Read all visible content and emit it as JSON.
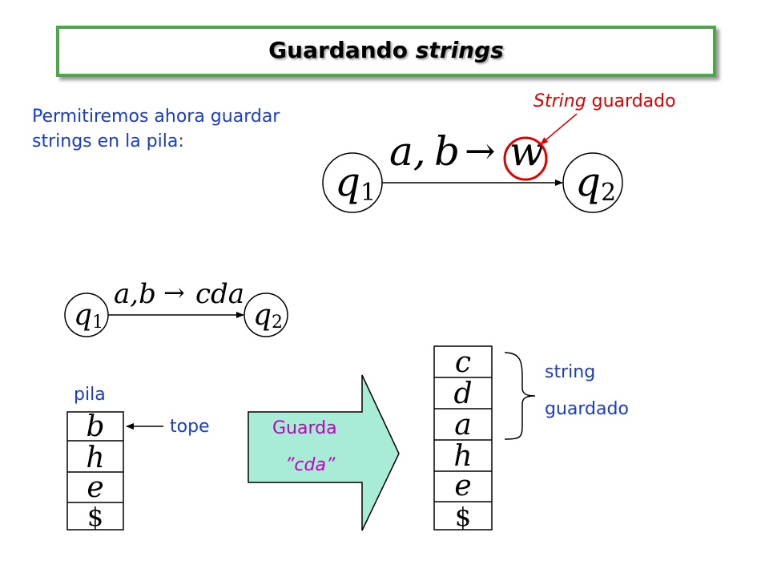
{
  "title": {
    "main": "Guardando ",
    "emph": "strings"
  },
  "intro_text": "Permitiremos ahora guardar strings en la pila:",
  "stored_label": {
    "emph": "String",
    "rest": " guardado"
  },
  "big_transition": {
    "from_state": "q",
    "from_sub": "1",
    "to_state": "q",
    "to_sub": "2",
    "input": "a,",
    "pop": "b",
    "arrow": "→",
    "push": "w"
  },
  "small_transition": {
    "from_state": "q",
    "from_sub": "1",
    "to_state": "q",
    "to_sub": "2",
    "label": "a,b",
    "arrow": "→",
    "push": "cda"
  },
  "stack_before": {
    "label": "pila",
    "top_label": "tope",
    "cells": [
      "b",
      "h",
      "e",
      "$"
    ]
  },
  "push_arrow": {
    "line1": "Guarda",
    "line2": "”cda”"
  },
  "stack_after": {
    "cells": [
      "c",
      "d",
      "a",
      "h",
      "e",
      "$"
    ]
  },
  "stored_brace": {
    "line1": "string",
    "line2": "guardado"
  },
  "colors": {
    "accent": "#1a3bd0",
    "highlight": "#e00000",
    "border": "#4aa84a",
    "arrow_fill": "#a8ecd8"
  }
}
